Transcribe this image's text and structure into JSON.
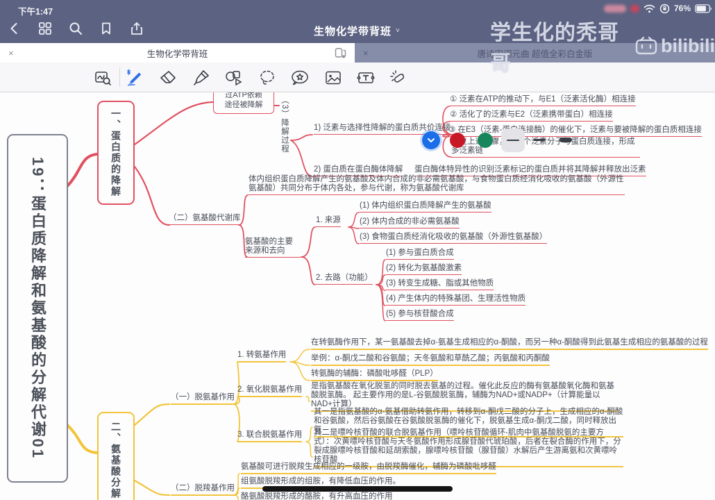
{
  "status": {
    "time": "下午1:47",
    "battery": "76%"
  },
  "nav": {
    "title": "生物化学带背班",
    "icons": [
      "back-icon",
      "grid-icon",
      "search-icon",
      "bookmark-icon",
      "share-icon"
    ]
  },
  "watermark": {
    "text": "学生化的秃哥哥",
    "logo": "bilibili"
  },
  "tabs": [
    {
      "label": "生物化学带背班",
      "active": true
    },
    {
      "label": "唐诗宋词元曲 超值全彩白金版",
      "active": false
    }
  ],
  "toolbar": {
    "tools": [
      "zoom-annotate",
      "pen",
      "eraser",
      "highlighter",
      "shapes",
      "lasso",
      "sticker",
      "image",
      "text-box",
      "laser-pointer"
    ],
    "colors": [
      "#1a6fe8",
      "#c81a26",
      "#17865c"
    ],
    "strokes": [
      "thin",
      "medium",
      "thick"
    ]
  },
  "mindmap": {
    "root": "19：蛋白质降解和氨基酸的分解代谢01",
    "protein": {
      "node": "一、蛋白质的降解",
      "atp": "过ATP依赖\n途径被降解",
      "process": {
        "label": "（3）降解过程",
        "step1": "1) 泛素与选择性降解的蛋白质共价连接",
        "s1a": "① 泛素在ATP的推动下，与E1（泛素活化酶）相连接",
        "s1b": "② 活化了的泛素与E2（泛素携带蛋白）相连接",
        "s1c": "③ 在E3（泛素-蛋白连接酶）的催化下，泛素与要被降解的蛋白质相连接",
        "s1d": "重复上述步骤，若干个泛素分子与蛋白质连接，形成多泛素链",
        "step2": "2) 蛋白质在蛋白酶体降解",
        "step2_note": "蛋白酶体特异性的识别泛素标记的蛋白质并将其降解并释放出泛素"
      },
      "pool": {
        "label": "（二）氨基酸代谢库",
        "desc": "体内组织蛋白质降解产生的氨基酸及体内合成的非必需氨基酸，与食物蛋白质经消化吸收的氨基酸（外源性氨基酸）共同分布于体内各处，参与代谢，称为氨基酸代谢库",
        "src_dst": "氨基酸的主要来源和去向",
        "source": {
          "label": "1. 来源",
          "items": [
            "(1) 体内组织蛋白质降解产生的氨基酸",
            "(2) 体内合成的非必需氨基酸",
            "(3) 食物蛋白质经消化吸收的氨基酸（外源性氨基酸）"
          ]
        },
        "usage": {
          "label": "2. 去路（功能）",
          "items": [
            "(1) 参与蛋白质合成",
            "(2) 转化为氨基酸激素",
            "(3) 转变生成糖、脂或其他物质",
            "(4) 产生体内的特殊基团、生理活性物质",
            "(5) 参与核苷酸合成"
          ]
        }
      }
    },
    "amino": {
      "node": "二、氨基酸分解",
      "deamination": {
        "label": "（一）脱氨基作用",
        "trans": {
          "label": "1. 转氨基作用",
          "desc": "在转氨酶作用下，某一氨基酸去掉α-氨基生成相应的α-酮酸，而另一种α-酮酸得到此氨基生成相应的氨基酸的过程",
          "example": "举例：α-酮戊二酸和谷氨酸；天冬氨酸和草酰乙酸；丙氨酸和丙酮酸",
          "coenzyme": "转氨酶的辅酶：磷酸吡哆醛（PLP）"
        },
        "oxidative": {
          "label": "2. 氧化脱氨基作用",
          "desc": "是指氨基酸在氧化脱氢的同时脱去氨基的过程。催化此反应的酶有氨基酸氧化酶和氨基酸脱氢酶。 起主要作用的是L-谷氨酸脱氢酶，辅酶为NAD+或NADP+（计算能量以NAD+计算）"
        },
        "combined": {
          "label": "3. 联合脱氨基作用",
          "first": "其一是指氨基酸的α-氨基借助转氨作用，转移到α-酮戊二酸的分子上，生成相应的α-酮酸和谷氨酸，然后谷氨酸在谷氨酸脱氢酶的催化下，脱氨基生成α-酮戊二酸，同时释放出氨",
          "second": "其二是嘌呤核苷酸的联合脱氨基作用（嘌呤核苷酸循环-肌肉中氨基酸脱氨的主要方式）：次黄嘌呤核苷酸与天冬氨酸作用形成腺苷酸代琥珀酸，后者在裂合酶的作用下，分裂成腺嘌呤核苷酸和延胡索酸，腺嘌呤核苷酸（腺苷酸）水解后产生游离氨和次黄嘌呤核苷酸"
        }
      },
      "decarb": {
        "label": "（二）脱羧基作用",
        "desc": "氨基酸可进行脱羧生成相应的一级胺，由脱羧酶催化，辅酶为磷酸吡哆醛",
        "histamine": "组氨酸脱羧形成的组胺，有降低血压的作用。",
        "tyramine": "酪氨酸脱羧形成的酪胺，有升高血压的作用"
      }
    }
  }
}
